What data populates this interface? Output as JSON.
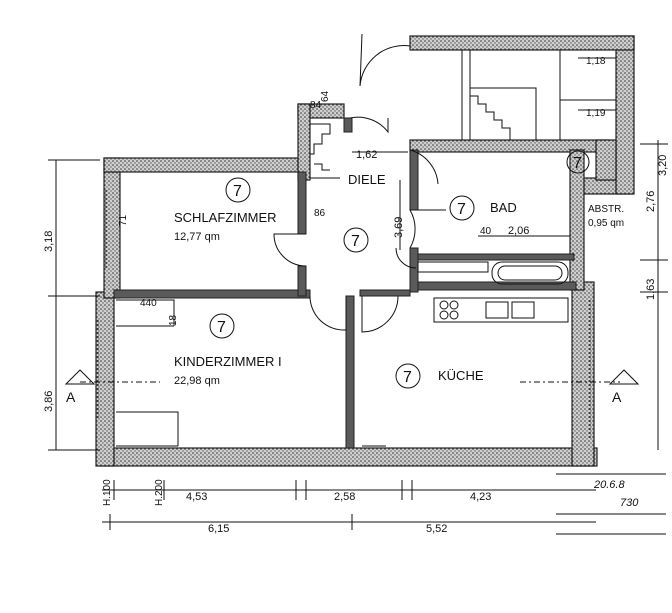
{
  "rooms": {
    "schlafzimmer": {
      "name": "SCHLAFZIMMER",
      "area": "12,77 qm",
      "circle": "7"
    },
    "kinderzimmer": {
      "name": "KINDERZIMMER I",
      "area": "22,98 qm",
      "circle": "7"
    },
    "diele": {
      "name": "DIELE",
      "circle": "7"
    },
    "bad": {
      "name": "BAD",
      "circle": "7"
    },
    "kueche": {
      "name": "KÜCHE",
      "circle": "7"
    },
    "abstr": {
      "name": "ABSTR.",
      "area": "0,95 qm",
      "circle": "7"
    }
  },
  "dimensions": {
    "bottom_row1": [
      "4,53",
      "2,58",
      "4,23"
    ],
    "bottom_row2": [
      "6,15",
      "5,52"
    ],
    "left": [
      "3,18",
      "3,86"
    ],
    "right": [
      "2,76",
      "1,63",
      "3,20"
    ],
    "top_right": [
      "1,18",
      "1,19"
    ],
    "diele_width": "1,62",
    "diele_height": "3,69",
    "bad_width": "2,06",
    "bad_small": "40",
    "stair_84": "84",
    "stair_64": "64",
    "stair_86": "86",
    "schlaf_71": "71",
    "h_100": "H.100",
    "h_200": "H.200",
    "win_440": "440",
    "win_18": "18"
  },
  "section_marks": {
    "left": "A",
    "right": "A"
  },
  "stamp": {
    "date": "20.6.8",
    "number": "730"
  }
}
